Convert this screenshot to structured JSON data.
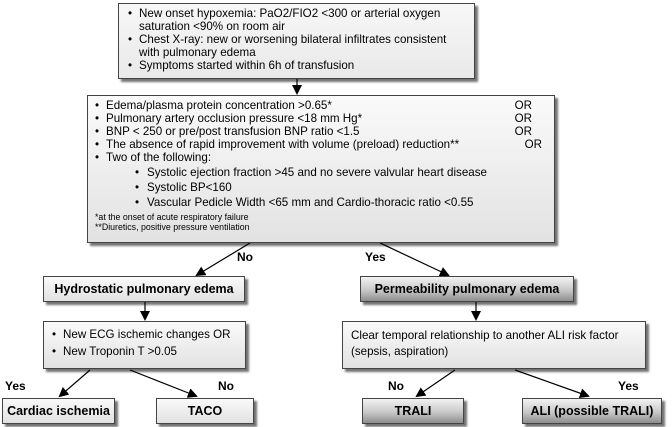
{
  "criteria_box": {
    "items": [
      "New onset hypoxemia: PaO2/FIO2 <300 or arterial oxygen saturation <90% on room air",
      "Chest X-ray: new or worsening bilateral infiltrates consistent with pulmonary edema",
      "Symptoms started within 6h of transfusion"
    ]
  },
  "assessment_box": {
    "items": [
      {
        "text": "Edema/plasma protein concentration >0.65*",
        "suffix": "OR"
      },
      {
        "text": "Pulmonary artery occlusion pressure <18 mm Hg*",
        "suffix": "OR"
      },
      {
        "text": "BNP < 250 or pre/post transfusion BNP ratio <1.5",
        "suffix": "OR"
      },
      {
        "text": "The absence of rapid improvement with volume (preload) reduction**",
        "suffix": "OR"
      },
      {
        "text": "Two of the following:",
        "suffix": ""
      }
    ],
    "subitems": [
      "Systolic ejection fraction >45 and no severe valvular heart disease",
      "Systolic BP<160",
      "Vascular Pedicle Width <65 mm and Cardio-thoracic ratio <0.55"
    ],
    "footnotes": [
      "*at the onset of acute respiratory failure",
      "**Diuretics, positive pressure ventilation"
    ]
  },
  "branch_labels": {
    "left_no": "No",
    "right_yes": "Yes",
    "bottom_left_yes": "Yes",
    "bottom_left_no": "No",
    "bottom_right_no": "No",
    "bottom_right_yes": "Yes"
  },
  "hydrostatic_box": {
    "label": "Hydrostatic pulmonary edema"
  },
  "permeability_box": {
    "label": "Permeability pulmonary edema"
  },
  "ecg_box": {
    "items": [
      "New ECG ischemic changes OR",
      "New Troponin T >0.05"
    ]
  },
  "temporal_box": {
    "text": "Clear temporal relationship to another ALI risk factor (sepsis, aspiration)"
  },
  "outcomes": {
    "cardiac": "Cardiac ischemia",
    "taco": "TACO",
    "trali": "TRALI",
    "ali": "ALI (possible TRALI)"
  }
}
